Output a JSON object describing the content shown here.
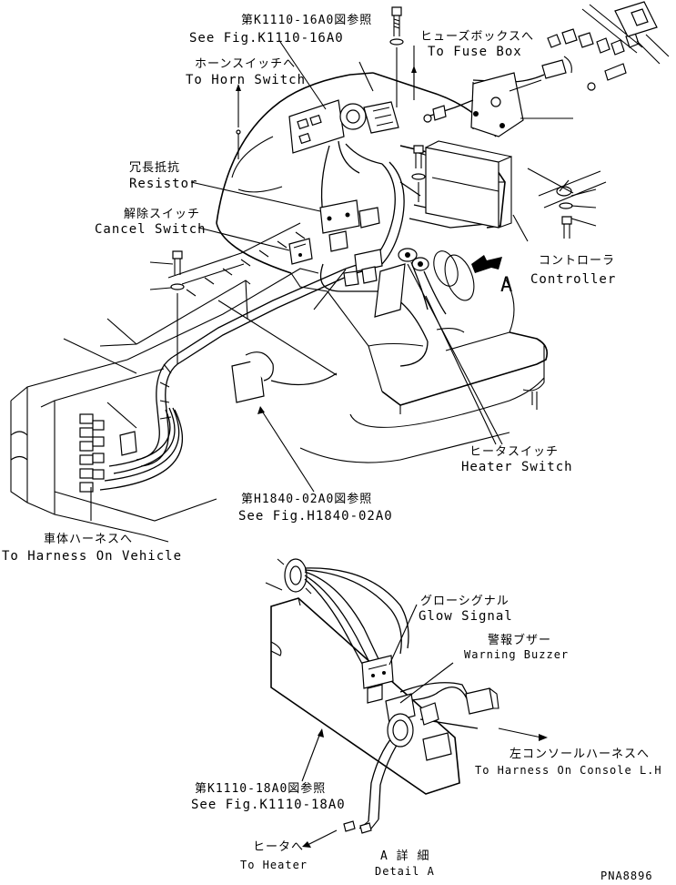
{
  "labels": {
    "ref_k111016_jp": "第K1110-16A0図参照",
    "ref_k111016_en": "See Fig.K1110-16A0",
    "fuse_box_jp": "ヒューズボックスへ",
    "fuse_box_en": "To Fuse Box",
    "horn_switch_jp": "ホーンスイッチへ",
    "horn_switch_en": "To Horn Switch",
    "resistor_jp": "冗長抵抗",
    "resistor_en": "Resistor",
    "cancel_switch_jp": "解除スイッチ",
    "cancel_switch_en": "Cancel Switch",
    "controller_jp": "コントローラ",
    "controller_en": "Controller",
    "detail_marker": "A",
    "heater_switch_jp": "ヒータスイッチ",
    "heater_switch_en": "Heater Switch",
    "ref_h184002_jp": "第H1840-02A0図参照",
    "ref_h184002_en": "See Fig.H1840-02A0",
    "vehicle_harness_jp": "車体ハーネスへ",
    "vehicle_harness_en": "To Harness On Vehicle",
    "glow_signal_jp": "グローシグナル",
    "glow_signal_en": "Glow Signal",
    "warning_buzzer_jp": "警報ブザー",
    "warning_buzzer_en": "Warning Buzzer",
    "console_harness_jp": "左コンソールハーネスへ",
    "console_harness_en": "To Harness On Console L.H",
    "ref_k111018_jp": "第K1110-18A0図参照",
    "ref_k111018_en": "See Fig.K1110-18A0",
    "heater_jp": "ヒータへ",
    "heater_en": "To Heater",
    "detail_jp": "A 詳 細",
    "detail_en": "Detail A",
    "drawing_number": "PNA8896"
  }
}
